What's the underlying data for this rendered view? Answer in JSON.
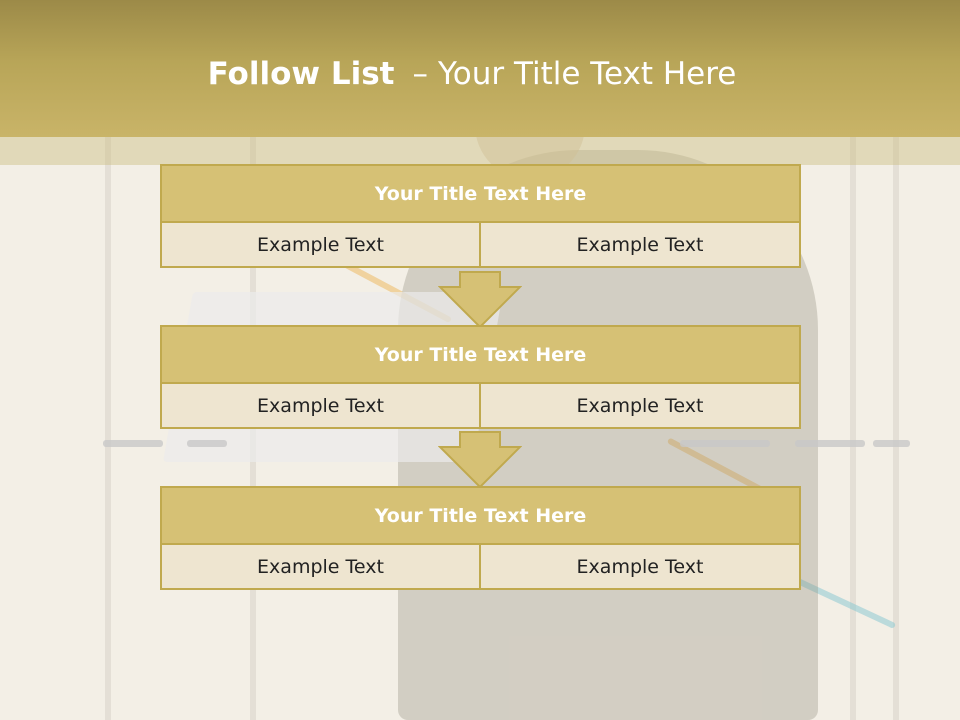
{
  "slide": {
    "title_bold": "Follow List",
    "title_separator": "–",
    "title_rest": "Your Title Text Here"
  },
  "blocks": [
    {
      "title": "Your Title Text Here",
      "left": "Example Text",
      "right": "Example Text"
    },
    {
      "title": "Your Title Text Here",
      "left": "Example Text",
      "right": "Example Text"
    },
    {
      "title": "Your Title Text Here",
      "left": "Example Text",
      "right": "Example Text"
    }
  ],
  "colors": {
    "header": "#b8a558",
    "block_title_fill": "#d6c175",
    "block_cell_fill": "#eee5d0",
    "border": "#c0a94e",
    "arrow_fill": "#d6c175"
  },
  "icons": [
    "down-arrow-icon"
  ]
}
